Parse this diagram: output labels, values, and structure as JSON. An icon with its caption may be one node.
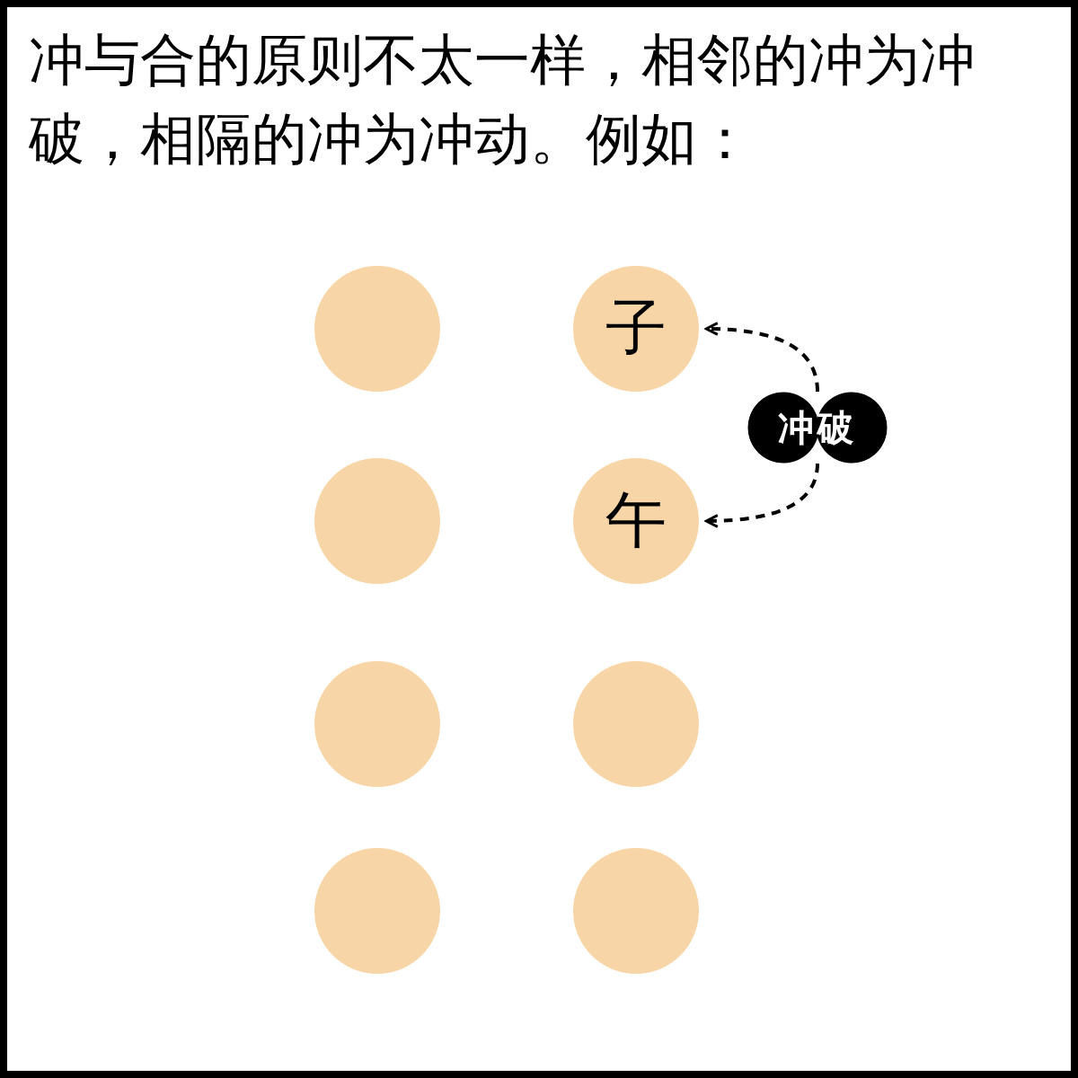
{
  "diagram": {
    "title": "冲与合的原则不太一样，相邻的冲为冲破，相隔的冲为冲动。例如：",
    "nodes": [
      {
        "text": [],
        "shape": "circle"
      },
      {
        "text": [
          "子"
        ]
      },
      {
        "text": [],
        "shape": "circle"
      },
      {
        "text": [
          "午"
        ]
      },
      {
        "text": [],
        "shape": "circle"
      },
      {
        "text": [],
        "shape": "circle"
      },
      {
        "text": [],
        "shape": "circle"
      },
      {
        "text": [],
        "shape": "circle"
      },
      {
        "text": [
          "冲破"
        ]
      }
    ],
    "edges": [
      {
        "from": 8,
        "to": 1,
        "arrow": "to",
        "style": "dashed"
      },
      {
        "from": 8,
        "to": 3,
        "arrow": "to",
        "style": "dashed"
      }
    ]
  }
}
